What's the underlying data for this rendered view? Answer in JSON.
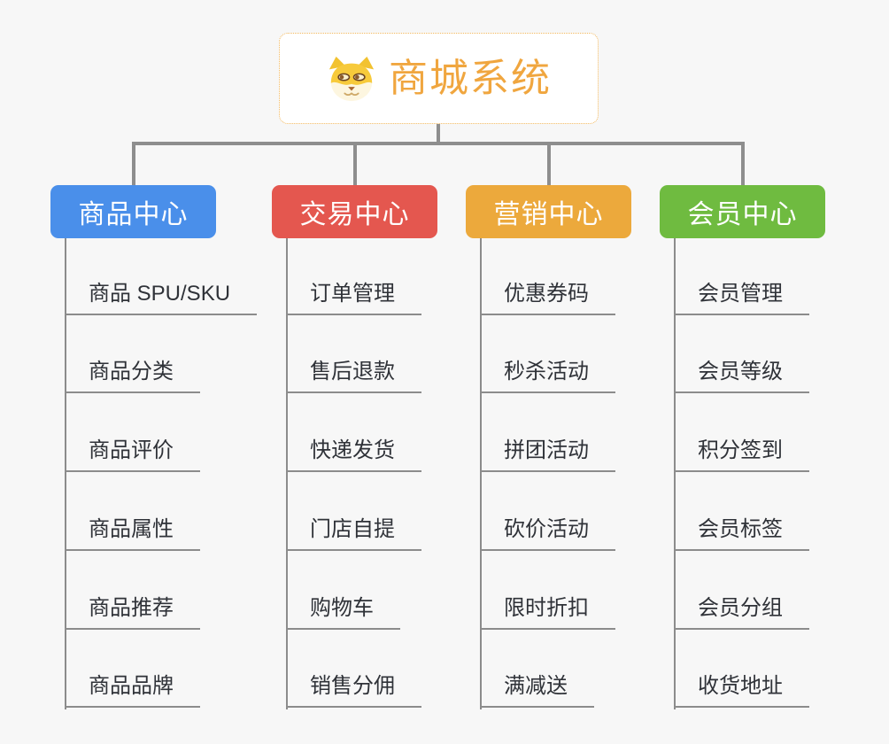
{
  "root": {
    "title": "商城系统",
    "icon": "dog-face-icon"
  },
  "branches": [
    {
      "label": "商品中心",
      "color": "#4a8fea",
      "items": [
        "商品 SPU/SKU",
        "商品分类",
        "商品评价",
        "商品属性",
        "商品推荐",
        "商品品牌"
      ]
    },
    {
      "label": "交易中心",
      "color": "#e4574f",
      "items": [
        "订单管理",
        "售后退款",
        "快递发货",
        "门店自提",
        "购物车",
        "销售分佣"
      ]
    },
    {
      "label": "营销中心",
      "color": "#eca93c",
      "items": [
        "优惠券码",
        "秒杀活动",
        "拼团活动",
        "砍价活动",
        "限时折扣",
        "满减送"
      ]
    },
    {
      "label": "会员中心",
      "color": "#6fbb40",
      "items": [
        "会员管理",
        "会员等级",
        "积分签到",
        "会员标签",
        "会员分组",
        "收货地址"
      ]
    }
  ],
  "colors": {
    "background": "#f7f7f7",
    "connector": "#8e8e8e",
    "leaf_line": "#8c8c8c",
    "leaf_text": "#2f3238",
    "root_text": "#f0a63f",
    "root_border": "#f2b75c"
  }
}
